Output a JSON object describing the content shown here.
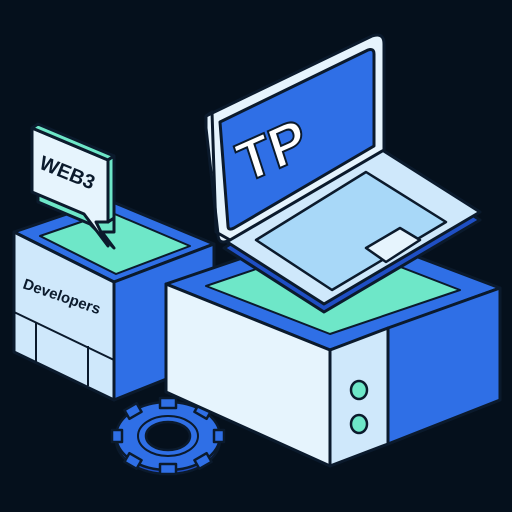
{
  "speech_bubble": {
    "text": "WEB3"
  },
  "left_box": {
    "label": "Developers"
  },
  "laptop": {
    "logo_text": "TP"
  },
  "colors": {
    "background": "#05101c",
    "outline": "#0b1a2c",
    "blue": "#2f6fe6",
    "light_blue": "#cfe8fb",
    "pale_blue": "#e6f4fd",
    "mint": "#6ee7c8",
    "dark_blue": "#1f4fc4"
  },
  "icons": [
    "gear-icon",
    "tp-logo-icon",
    "speech-bubble-icon"
  ]
}
